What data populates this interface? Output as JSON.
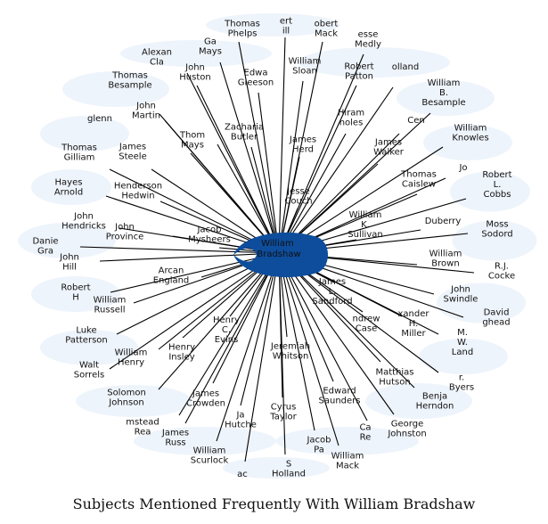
{
  "caption": "Subjects Mentioned Frequently With William Bradshaw",
  "center": {
    "name": "William Bradshaw",
    "lines": [
      "William",
      "Bradshaw"
    ],
    "color": "#0d4d9c"
  },
  "colors": {
    "halo": "#eef4fb",
    "edge": "#000000"
  },
  "nodes": [
    {
      "id": "thomas-phelps",
      "lines": [
        "Thomas",
        "Phelps"
      ]
    },
    {
      "id": "ert-ill",
      "lines": [
        "ert",
        "ill"
      ]
    },
    {
      "id": "robert-mack",
      "lines": [
        "obert",
        "Mack"
      ]
    },
    {
      "id": "jesse-medly",
      "lines": [
        "esse",
        "Medly"
      ]
    },
    {
      "id": "alexan-cla",
      "lines": [
        "Alexan",
        "Cla"
      ]
    },
    {
      "id": "gai-mays",
      "lines": [
        "Ga",
        "Mays"
      ]
    },
    {
      "id": "john-huston",
      "lines": [
        "John",
        "Huston"
      ]
    },
    {
      "id": "edwa-gleeson",
      "lines": [
        "Edwa",
        "Gleeson"
      ]
    },
    {
      "id": "william-sloan",
      "lines": [
        "William",
        "Sloan"
      ]
    },
    {
      "id": "robert-patton",
      "lines": [
        "Robert",
        "Patton"
      ]
    },
    {
      "id": "holland",
      "lines": [
        "olland"
      ]
    },
    {
      "id": "thomas-besample",
      "lines": [
        "Thomas",
        "Besample"
      ]
    },
    {
      "id": "william-b-besample",
      "lines": [
        "William",
        "B.",
        "Besample"
      ]
    },
    {
      "id": "john-martin",
      "lines": [
        "John",
        "Martin"
      ]
    },
    {
      "id": "glenn",
      "lines": [
        "glenn"
      ]
    },
    {
      "id": "zacharia-butler",
      "lines": [
        "Zacharia",
        "Butler"
      ]
    },
    {
      "id": "hiram-knoles",
      "lines": [
        "Hiram",
        "noles"
      ]
    },
    {
      "id": "cen",
      "lines": [
        "Cen"
      ]
    },
    {
      "id": "william-knowles",
      "lines": [
        "William",
        "Knowles"
      ]
    },
    {
      "id": "thomas-gilliam",
      "lines": [
        "Thomas",
        "Gilliam"
      ]
    },
    {
      "id": "james-steele",
      "lines": [
        "James",
        "Steele"
      ]
    },
    {
      "id": "thom-mays",
      "lines": [
        "Thom",
        "Mays"
      ]
    },
    {
      "id": "james-herd",
      "lines": [
        "James",
        "Herd"
      ]
    },
    {
      "id": "james-walker",
      "lines": [
        "James",
        "Walker"
      ]
    },
    {
      "id": "jo",
      "lines": [
        "Jo"
      ]
    },
    {
      "id": "hayes-arnold",
      "lines": [
        "Hayes",
        "Arnold"
      ]
    },
    {
      "id": "henderson-hedwin",
      "lines": [
        "Henderson",
        "Hedwin"
      ]
    },
    {
      "id": "thomas-caislew",
      "lines": [
        "Thomas",
        "Caislew"
      ]
    },
    {
      "id": "robert-l-cobbs",
      "lines": [
        "Robert",
        "L.",
        "Cobbs"
      ]
    },
    {
      "id": "jesse-couch",
      "lines": [
        "Jesse",
        "Couch"
      ]
    },
    {
      "id": "john-hendricks",
      "lines": [
        "John",
        "Hendricks"
      ]
    },
    {
      "id": "william-k-sullivan",
      "lines": [
        "William",
        "K.",
        "Sullivan"
      ]
    },
    {
      "id": "duberry",
      "lines": [
        "Duberry"
      ]
    },
    {
      "id": "john-province",
      "lines": [
        "John",
        "Province"
      ]
    },
    {
      "id": "jacob-mysheers",
      "lines": [
        "Jacob",
        "Mysheers"
      ]
    },
    {
      "id": "moss-sodord",
      "lines": [
        "Moss",
        "Sodord"
      ]
    },
    {
      "id": "daniel-gra",
      "lines": [
        "Danie",
        "Gra"
      ]
    },
    {
      "id": "john-hill",
      "lines": [
        "John",
        "Hill"
      ]
    },
    {
      "id": "william-brown",
      "lines": [
        "William",
        "Brown"
      ]
    },
    {
      "id": "rj-cocke",
      "lines": [
        "R.J.",
        "Cocke"
      ]
    },
    {
      "id": "arcan-england",
      "lines": [
        "Arcan",
        "England"
      ]
    },
    {
      "id": "robert-h",
      "lines": [
        "Robert",
        "H"
      ]
    },
    {
      "id": "james-l-sandford",
      "lines": [
        "James",
        "L.",
        "Sandford"
      ]
    },
    {
      "id": "john-swindle",
      "lines": [
        "John",
        "Swindle"
      ]
    },
    {
      "id": "william-russell",
      "lines": [
        "William",
        "Russell"
      ]
    },
    {
      "id": "david-ghead",
      "lines": [
        "David",
        "ghead"
      ]
    },
    {
      "id": "andrew-case",
      "lines": [
        "ndrew",
        "Case"
      ]
    },
    {
      "id": "alexander-h-miller",
      "lines": [
        "xander",
        "H.",
        "Miller"
      ]
    },
    {
      "id": "henry-c-evins",
      "lines": [
        "Henry",
        "C.",
        "Evins"
      ]
    },
    {
      "id": "m-w-land",
      "lines": [
        "M.",
        "W.",
        "Land"
      ]
    },
    {
      "id": "luke-patterson",
      "lines": [
        "Luke",
        "Patterson"
      ]
    },
    {
      "id": "jeremiah-whitson",
      "lines": [
        "Jeremiah",
        "Whitson"
      ]
    },
    {
      "id": "william-henry",
      "lines": [
        "William",
        "Henry"
      ]
    },
    {
      "id": "henry-insley",
      "lines": [
        "Henry",
        "Insley"
      ]
    },
    {
      "id": "walt-sorrels",
      "lines": [
        "Walt",
        "Sorrels"
      ]
    },
    {
      "id": "matthias-hutson",
      "lines": [
        "Matthias",
        "Hutson"
      ]
    },
    {
      "id": "byers",
      "lines": [
        "r.",
        "Byers"
      ]
    },
    {
      "id": "solomon-johnson",
      "lines": [
        "Solomon",
        "Johnson"
      ]
    },
    {
      "id": "james-crowden",
      "lines": [
        "James",
        "Crowden"
      ]
    },
    {
      "id": "edward-saunders",
      "lines": [
        "Edward",
        "Saunders"
      ]
    },
    {
      "id": "benja-herndon",
      "lines": [
        "Benja",
        "Herndon"
      ]
    },
    {
      "id": "mstead-rea",
      "lines": [
        "mstead",
        "Rea"
      ]
    },
    {
      "id": "ja-hutche",
      "lines": [
        "Ja",
        "Hutche"
      ]
    },
    {
      "id": "cyrus-taylor",
      "lines": [
        "Cyrus",
        "Taylor"
      ]
    },
    {
      "id": "ca-re",
      "lines": [
        "Ca",
        "Re"
      ]
    },
    {
      "id": "george-johnston",
      "lines": [
        "George",
        "Johnston"
      ]
    },
    {
      "id": "james-russ",
      "lines": [
        "James",
        "Russ"
      ]
    },
    {
      "id": "jacob-pa",
      "lines": [
        "Jacob",
        "Pa"
      ]
    },
    {
      "id": "william-scurlock",
      "lines": [
        "William",
        "Scurlock"
      ]
    },
    {
      "id": "william-mack",
      "lines": [
        "William",
        "Mack"
      ]
    },
    {
      "id": "ac",
      "lines": [
        "ac"
      ]
    },
    {
      "id": "s-holland",
      "lines": [
        "S",
        "Holland"
      ]
    }
  ]
}
